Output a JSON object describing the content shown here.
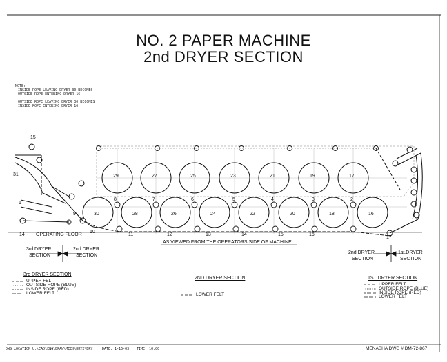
{
  "drawing": {
    "title_line1": "NO. 2 PAPER  MACHINE",
    "title_line2": "2nd DRYER SECTION",
    "note_label": "NOTE:",
    "note_1a": "INSIDE ROPE LEAVING DRYER 30 BECOMES",
    "note_1b": "OUTSIDE ROPE ENTERING DRYER 16",
    "note_2a": "OUTSIDE ROPE LEAVING DRYER 30 BECOMES",
    "note_2b": "INSIDE ROPE ENTERING DRYER 16",
    "floor_label": "OPERATING  FLOOR",
    "view_caption": "AS  VIEWED  FROM  THE  OPERATORS  SIDE  OF  MACHINE"
  },
  "dryers_top": [
    "29",
    "27",
    "25",
    "23",
    "21",
    "19",
    "17"
  ],
  "dryers_bottom": [
    "30",
    "28",
    "26",
    "24",
    "22",
    "20",
    "18",
    "16"
  ],
  "rolls_top": [
    "8",
    "7",
    "6",
    "5",
    "4",
    "3",
    "2"
  ],
  "rolls_bottom": [
    "10",
    "11",
    "12",
    "13",
    "14",
    "15",
    "16",
    "17"
  ],
  "edge_numbers": {
    "n15": "15",
    "n31": "31",
    "n1": "1",
    "n9": "9",
    "n14": "14"
  },
  "section_left": {
    "a_line1": "3rd  DRYER",
    "a_line2": "SECTION",
    "b_line1": "2nd  DRYER",
    "b_line2": "SECTION"
  },
  "section_right": {
    "a_line1": "2nd  DRYER",
    "a_line2": "SECTION",
    "b_line1": "1st  DRYER",
    "b_line2": "SECTION"
  },
  "legend_left": {
    "title": "3rd  DRYER  SECTION",
    "items": [
      "UPPER  FELT",
      "OUTSIDE  ROPE  (BLUE)",
      "INSIDE  ROPE  (RED)",
      "LOWER  FELT"
    ]
  },
  "legend_center": {
    "title": "2ND  DRYER  SECTION",
    "items": [
      "LOWER  FELT"
    ]
  },
  "legend_right": {
    "title": "1ST  DRYER  SECTION",
    "items": [
      "UPPER  FELT",
      "OUTSIDE  ROPE  (BLUE)",
      "INSIDE  ROPE  (RED)",
      "LOWER  FELT"
    ]
  },
  "footer": {
    "location": "DWG LOCATION  U:\\CAD\\ENG\\DRAW\\MECH\\DRY2\\DRY",
    "date": "DATE: 1-15-03",
    "time": "TIME: 10:00",
    "dwg_number": "MENASHA  DWG #  DM-72-867"
  },
  "colors": {
    "ink": "#111111",
    "faint": "#9a9a9a"
  }
}
